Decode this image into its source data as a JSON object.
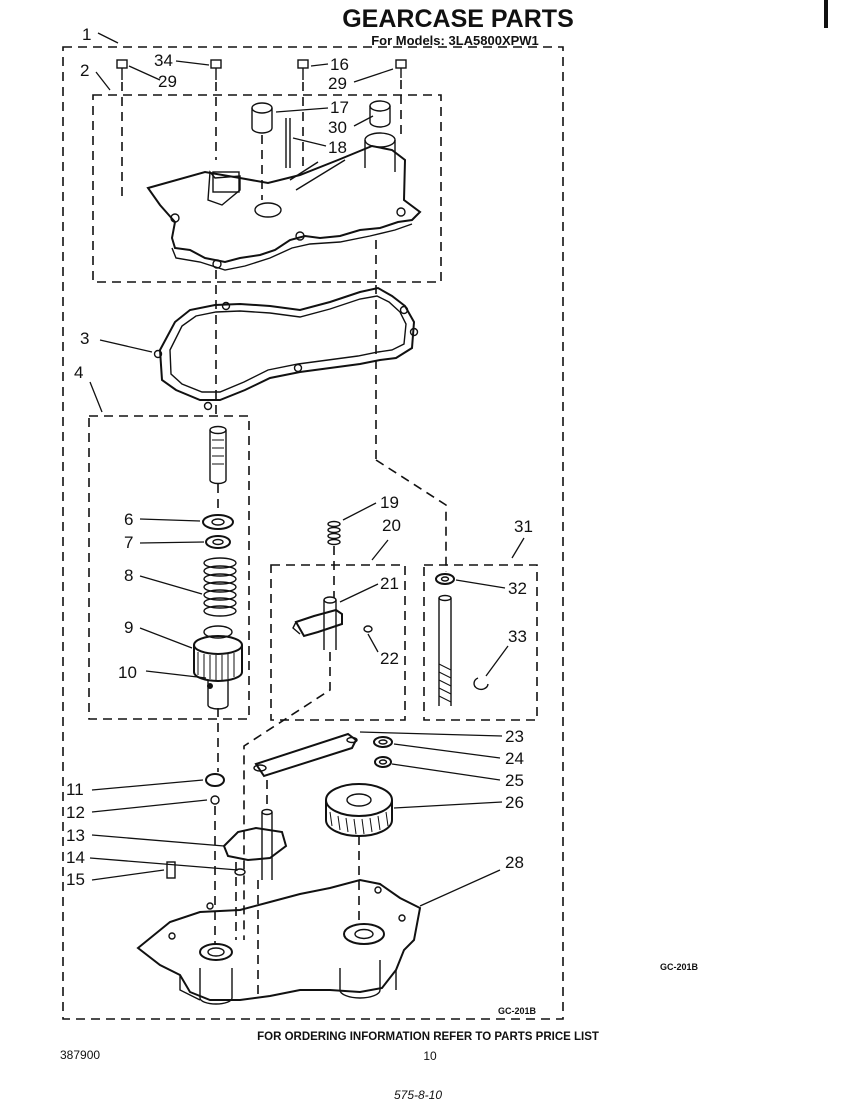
{
  "header": {
    "title": "GEARCASE PARTS",
    "models": "For Models: 3LA5800XPW1"
  },
  "footer": {
    "ordering_note": "FOR ORDERING INFORMATION REFER TO PARTS PRICE LIST",
    "page_number": "10",
    "doc_number": "387900",
    "figure_code_inner": "GC-201B",
    "figure_code_outer": "GC-201B",
    "handwritten_note": "575-8-10"
  },
  "callouts": {
    "c1": "1",
    "c2": "2",
    "c3": "3",
    "c4": "4",
    "c6": "6",
    "c7": "7",
    "c8": "8",
    "c9": "9",
    "c10": "10",
    "c11": "11",
    "c12": "12",
    "c13": "13",
    "c14": "14",
    "c15": "15",
    "c16": "16",
    "c17": "17",
    "c18": "18",
    "c19": "19",
    "c20": "20",
    "c21": "21",
    "c22": "22",
    "c23": "23",
    "c24": "24",
    "c25": "25",
    "c26": "26",
    "c28": "28",
    "c29a": "29",
    "c29b": "29",
    "c30": "30",
    "c31": "31",
    "c32": "32",
    "c33": "33",
    "c34": "34"
  }
}
